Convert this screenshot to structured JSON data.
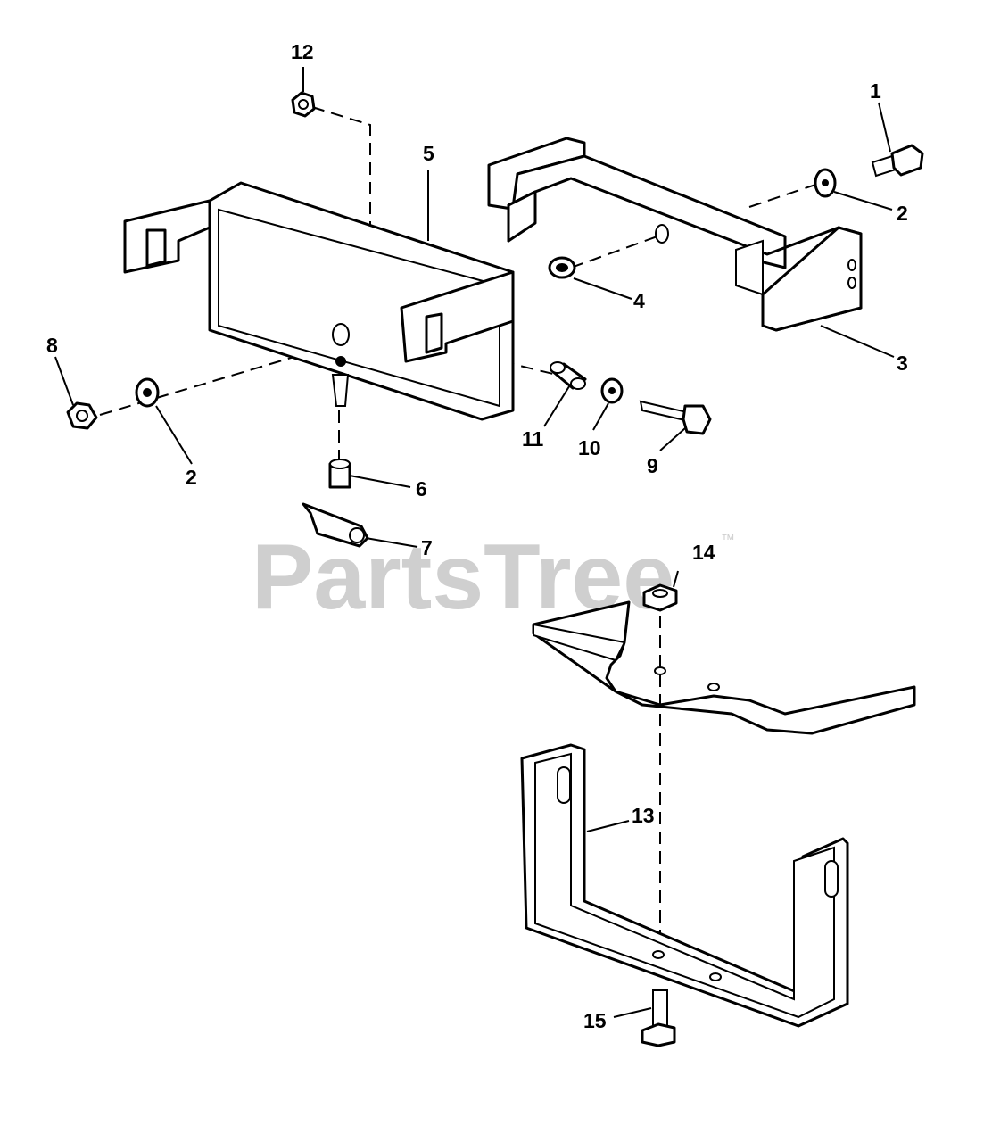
{
  "watermark": {
    "text": "PartsTree",
    "trademark": "™"
  },
  "callouts": {
    "c1": "1",
    "c2a": "2",
    "c2b": "2",
    "c3": "3",
    "c4": "4",
    "c5": "5",
    "c6": "6",
    "c7": "7",
    "c8": "8",
    "c9": "9",
    "c10": "10",
    "c11": "11",
    "c12": "12",
    "c13": "13",
    "c14": "14",
    "c15": "15"
  }
}
